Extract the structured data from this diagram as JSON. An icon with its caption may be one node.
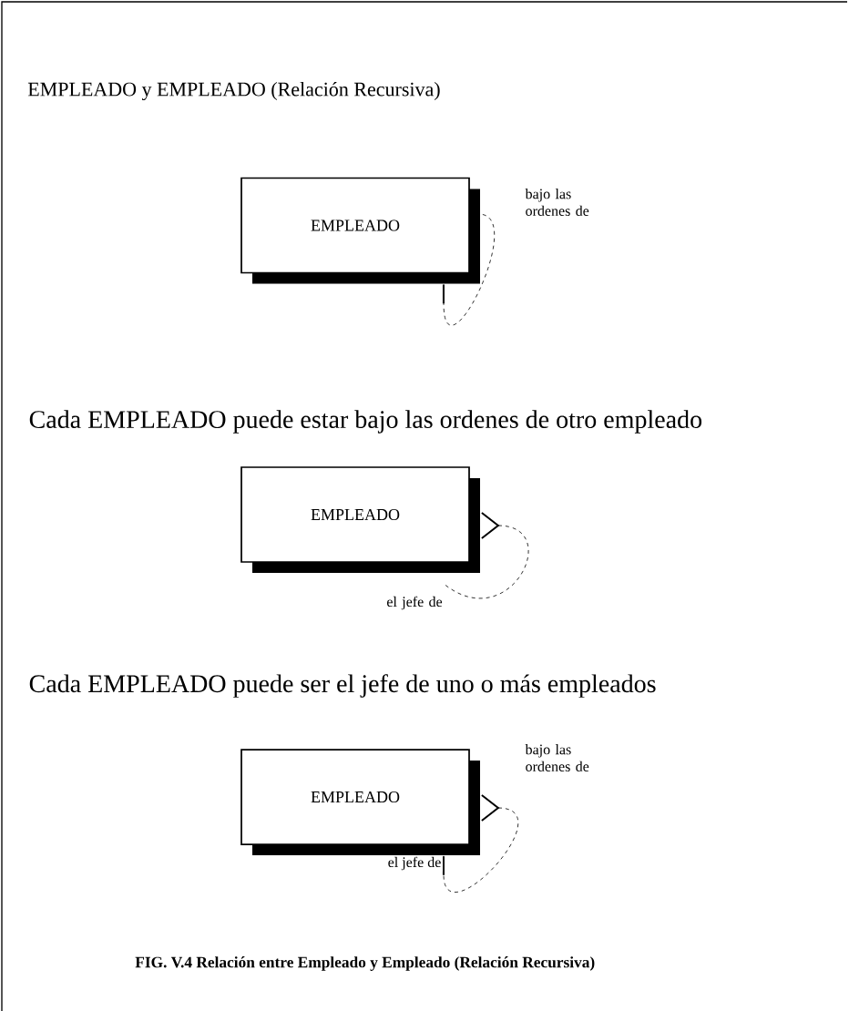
{
  "diagram": {
    "title": "EMPLEADO y EMPLEADO (Relación Recursiva)",
    "caption": "FIG. V.4 Relación entre Empleado y Empleado (Relación Recursiva)",
    "nodes": [
      {
        "text": [
          "EMPLEADO"
        ]
      },
      {
        "text": [
          "EMPLEADO"
        ]
      },
      {
        "text": [
          "EMPLEADO"
        ]
      }
    ],
    "edges": [
      {
        "from": 0,
        "to": 0,
        "arrow": "other",
        "label": "bajo las ordenes de",
        "style": "dashed"
      },
      {
        "from": 1,
        "to": 1,
        "arrow": "other",
        "label": "el jefe de",
        "style": "dashed"
      },
      {
        "from": 2,
        "to": 2,
        "arrow": "other",
        "label": "bajo las ordenes de",
        "style": "dashed"
      }
    ],
    "labels": [
      "Cada EMPLEADO puede estar bajo las ordenes de otro empleado",
      "Cada EMPLEADO puede ser el jefe de uno o más empleados",
      "el jefe de"
    ]
  }
}
